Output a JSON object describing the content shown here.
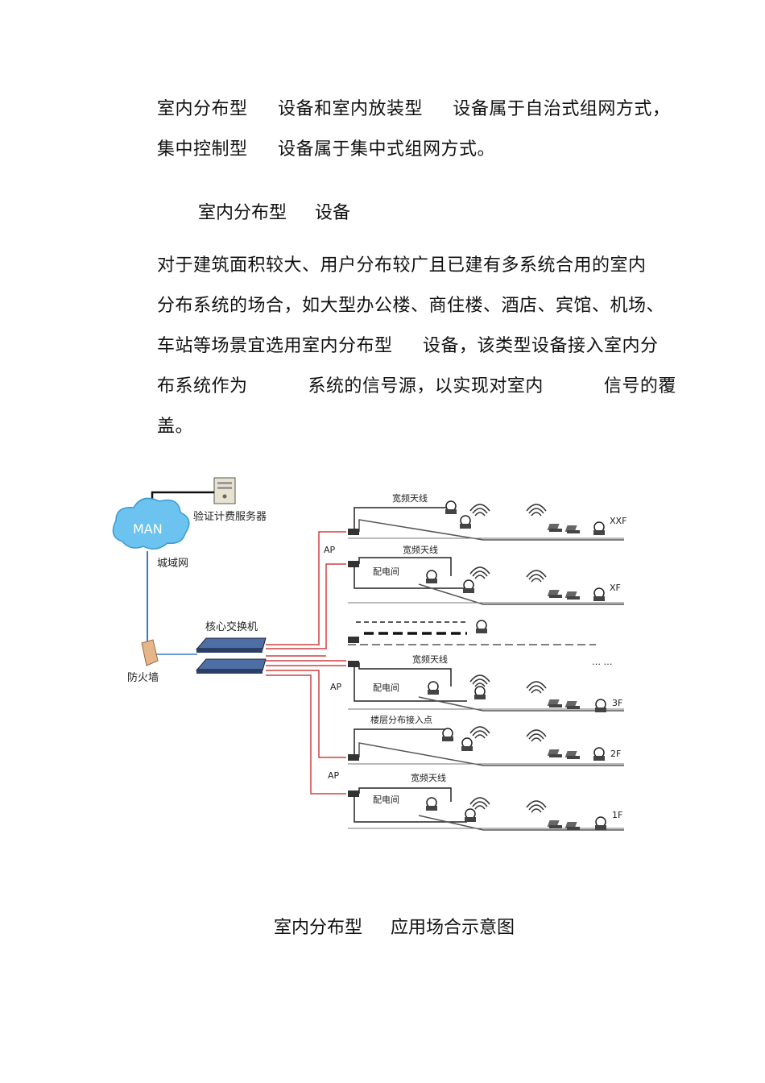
{
  "paragraphs": [
    "室内分布型     设备和室内放装型     设备属于自治式组网方式，",
    "集中控制型     设备属于集中式组网方式。",
    "对于建筑面积较大、用户分布较广且已建有多系统合用的室内",
    "分布系统的场合，如大型办公楼、商住楼、酒店、宾馆、机场、",
    "车站等场景宜选用室内分布型     设备，该类型设备接入室内分",
    "布系统作为          系统的信号源，以实现对室内          信号的覆",
    "盖。"
  ],
  "heading": "室内分布型     设备",
  "diagram": {
    "man": "MAN",
    "server": "验证计费服务器",
    "metro": "城域网",
    "firewall": "防火墙",
    "core_switch": "核心交换机",
    "ap": "AP",
    "antenna": "宽频天线",
    "distribution_room": "配电间",
    "floor_access": "楼层分布接入点",
    "ellipsis": "… …",
    "floors": [
      "XXF",
      "XF",
      "3F",
      "2F",
      "1F"
    ]
  },
  "caption": "室内分布型     应用场合示意图"
}
